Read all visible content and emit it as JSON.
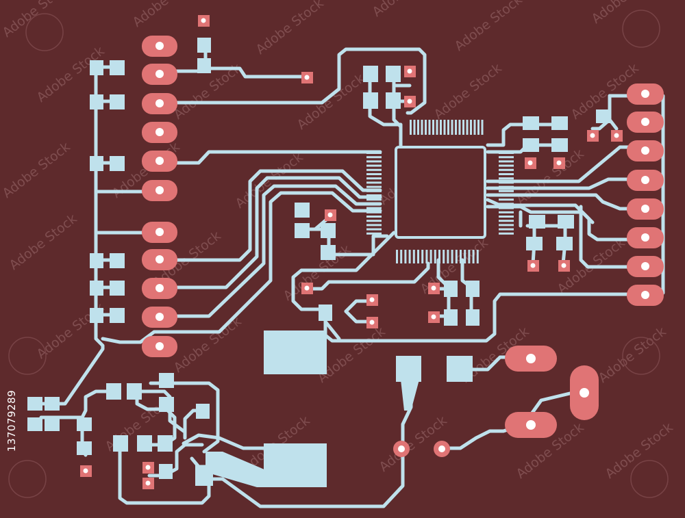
{
  "image": {
    "subject": "printed-circuit-board-layout",
    "colors": {
      "board": "#5e2a2c",
      "copper_trace": "#bfe1ec",
      "pad": "#e07475",
      "drill_hole": "#ffffff",
      "watermark": "#7f4d4f",
      "mount_hole_outline": "#784346"
    }
  },
  "watermark": {
    "text": "Adobe Stock"
  },
  "stock_id": {
    "text": "137079289"
  }
}
